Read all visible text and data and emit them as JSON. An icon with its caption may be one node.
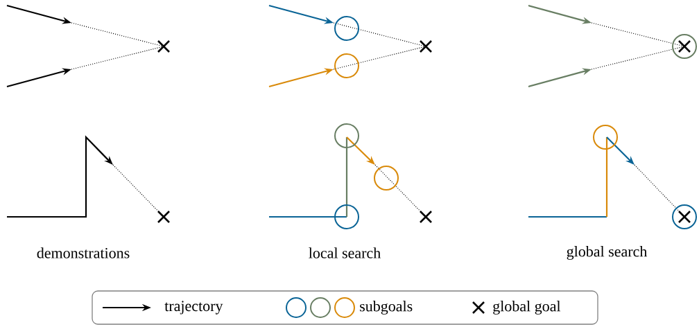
{
  "diagram": {
    "labels": [
      "demonstrations",
      "local search",
      "global search"
    ],
    "legend": [
      {
        "text": "trajectory"
      },
      {
        "text": "subgoals"
      },
      {
        "text": "global goal"
      }
    ]
  }
}
